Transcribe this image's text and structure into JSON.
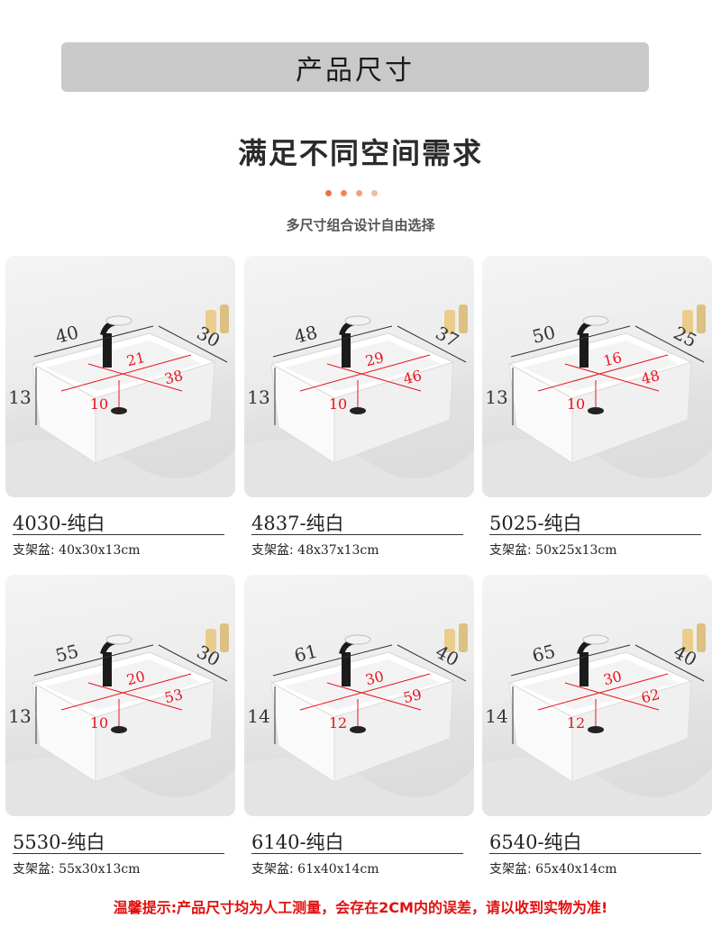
{
  "banner": {
    "title": "产品尺寸"
  },
  "headline": "满足不同空间需求",
  "dots": [
    "#e8734a",
    "#ec8a5a",
    "#f0a27a",
    "#f4bba0"
  ],
  "subheadline": "多尺寸组合设计自由选择",
  "colors": {
    "dimension_red": "#e8141d",
    "dimension_black": "#333333",
    "faucet": "#1b1b1b"
  },
  "products": [
    {
      "model": "4030-纯白",
      "spec_label": "支架盆:",
      "spec_value": "40x30x13cm",
      "dims": {
        "length": "40",
        "width": "30",
        "height": "13",
        "inner_w": "21",
        "inner_l": "38",
        "drain": "10"
      }
    },
    {
      "model": "4837-纯白",
      "spec_label": "支架盆:",
      "spec_value": "48x37x13cm",
      "dims": {
        "length": "48",
        "width": "37",
        "height": "13",
        "inner_w": "29",
        "inner_l": "46",
        "drain": "10"
      }
    },
    {
      "model": "5025-纯白",
      "spec_label": "支架盆:",
      "spec_value": "50x25x13cm",
      "dims": {
        "length": "50",
        "width": "25",
        "height": "13",
        "inner_w": "16",
        "inner_l": "48",
        "drain": "10"
      }
    },
    {
      "model": "5530-纯白",
      "spec_label": "支架盆:",
      "spec_value": "55x30x13cm",
      "dims": {
        "length": "55",
        "width": "30",
        "height": "13",
        "inner_w": "20",
        "inner_l": "53",
        "drain": "10"
      }
    },
    {
      "model": "6140-纯白",
      "spec_label": "支架盆:",
      "spec_value": "61x40x14cm",
      "dims": {
        "length": "61",
        "width": "40",
        "height": "14",
        "inner_w": "30",
        "inner_l": "59",
        "drain": "12"
      }
    },
    {
      "model": "6540-纯白",
      "spec_label": "支架盆:",
      "spec_value": "65x40x14cm",
      "dims": {
        "length": "65",
        "width": "40",
        "height": "14",
        "inner_w": "30",
        "inner_l": "62",
        "drain": "12"
      }
    }
  ],
  "notice": "温馨提示:产品尺寸均为人工测量，会存在2CM内的误差，请以收到实物为准!"
}
